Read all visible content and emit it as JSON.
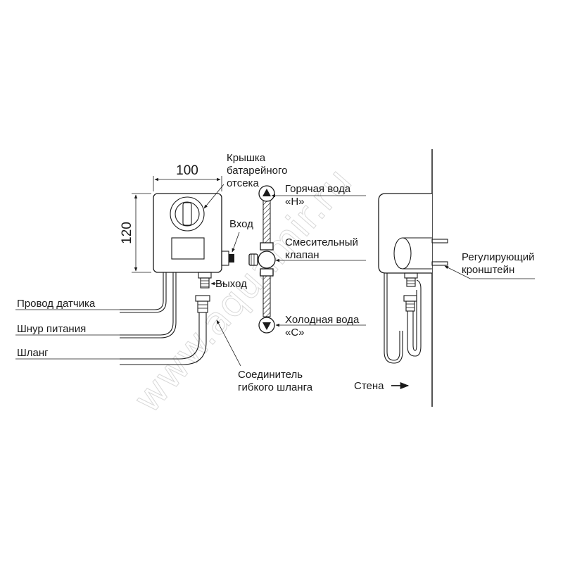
{
  "dimensions": {
    "width": "100",
    "height": "120"
  },
  "labels": {
    "battery_cover": [
      "Крышка",
      "батарейного",
      "отсека"
    ],
    "inlet": "Вход",
    "outlet": "Выход",
    "hot_water": [
      "Горячая вода",
      "«H»"
    ],
    "mixing_valve": [
      "Смесительный",
      "клапан"
    ],
    "cold_water": [
      "Холодная вода",
      "«C»"
    ],
    "sensor_wire": "Провод датчика",
    "power_cord": "Шнур питания",
    "hose": "Шланг",
    "hose_connector": [
      "Соединитель",
      "гибкого шланга"
    ],
    "wall": "Стена",
    "adjusting_bracket": [
      "Регулирующий",
      "кронштейн"
    ]
  },
  "watermark": "www.aquamir.ru",
  "colors": {
    "line": "#1a1a1a",
    "watermark": "#d8d8d8",
    "background": "#ffffff"
  }
}
